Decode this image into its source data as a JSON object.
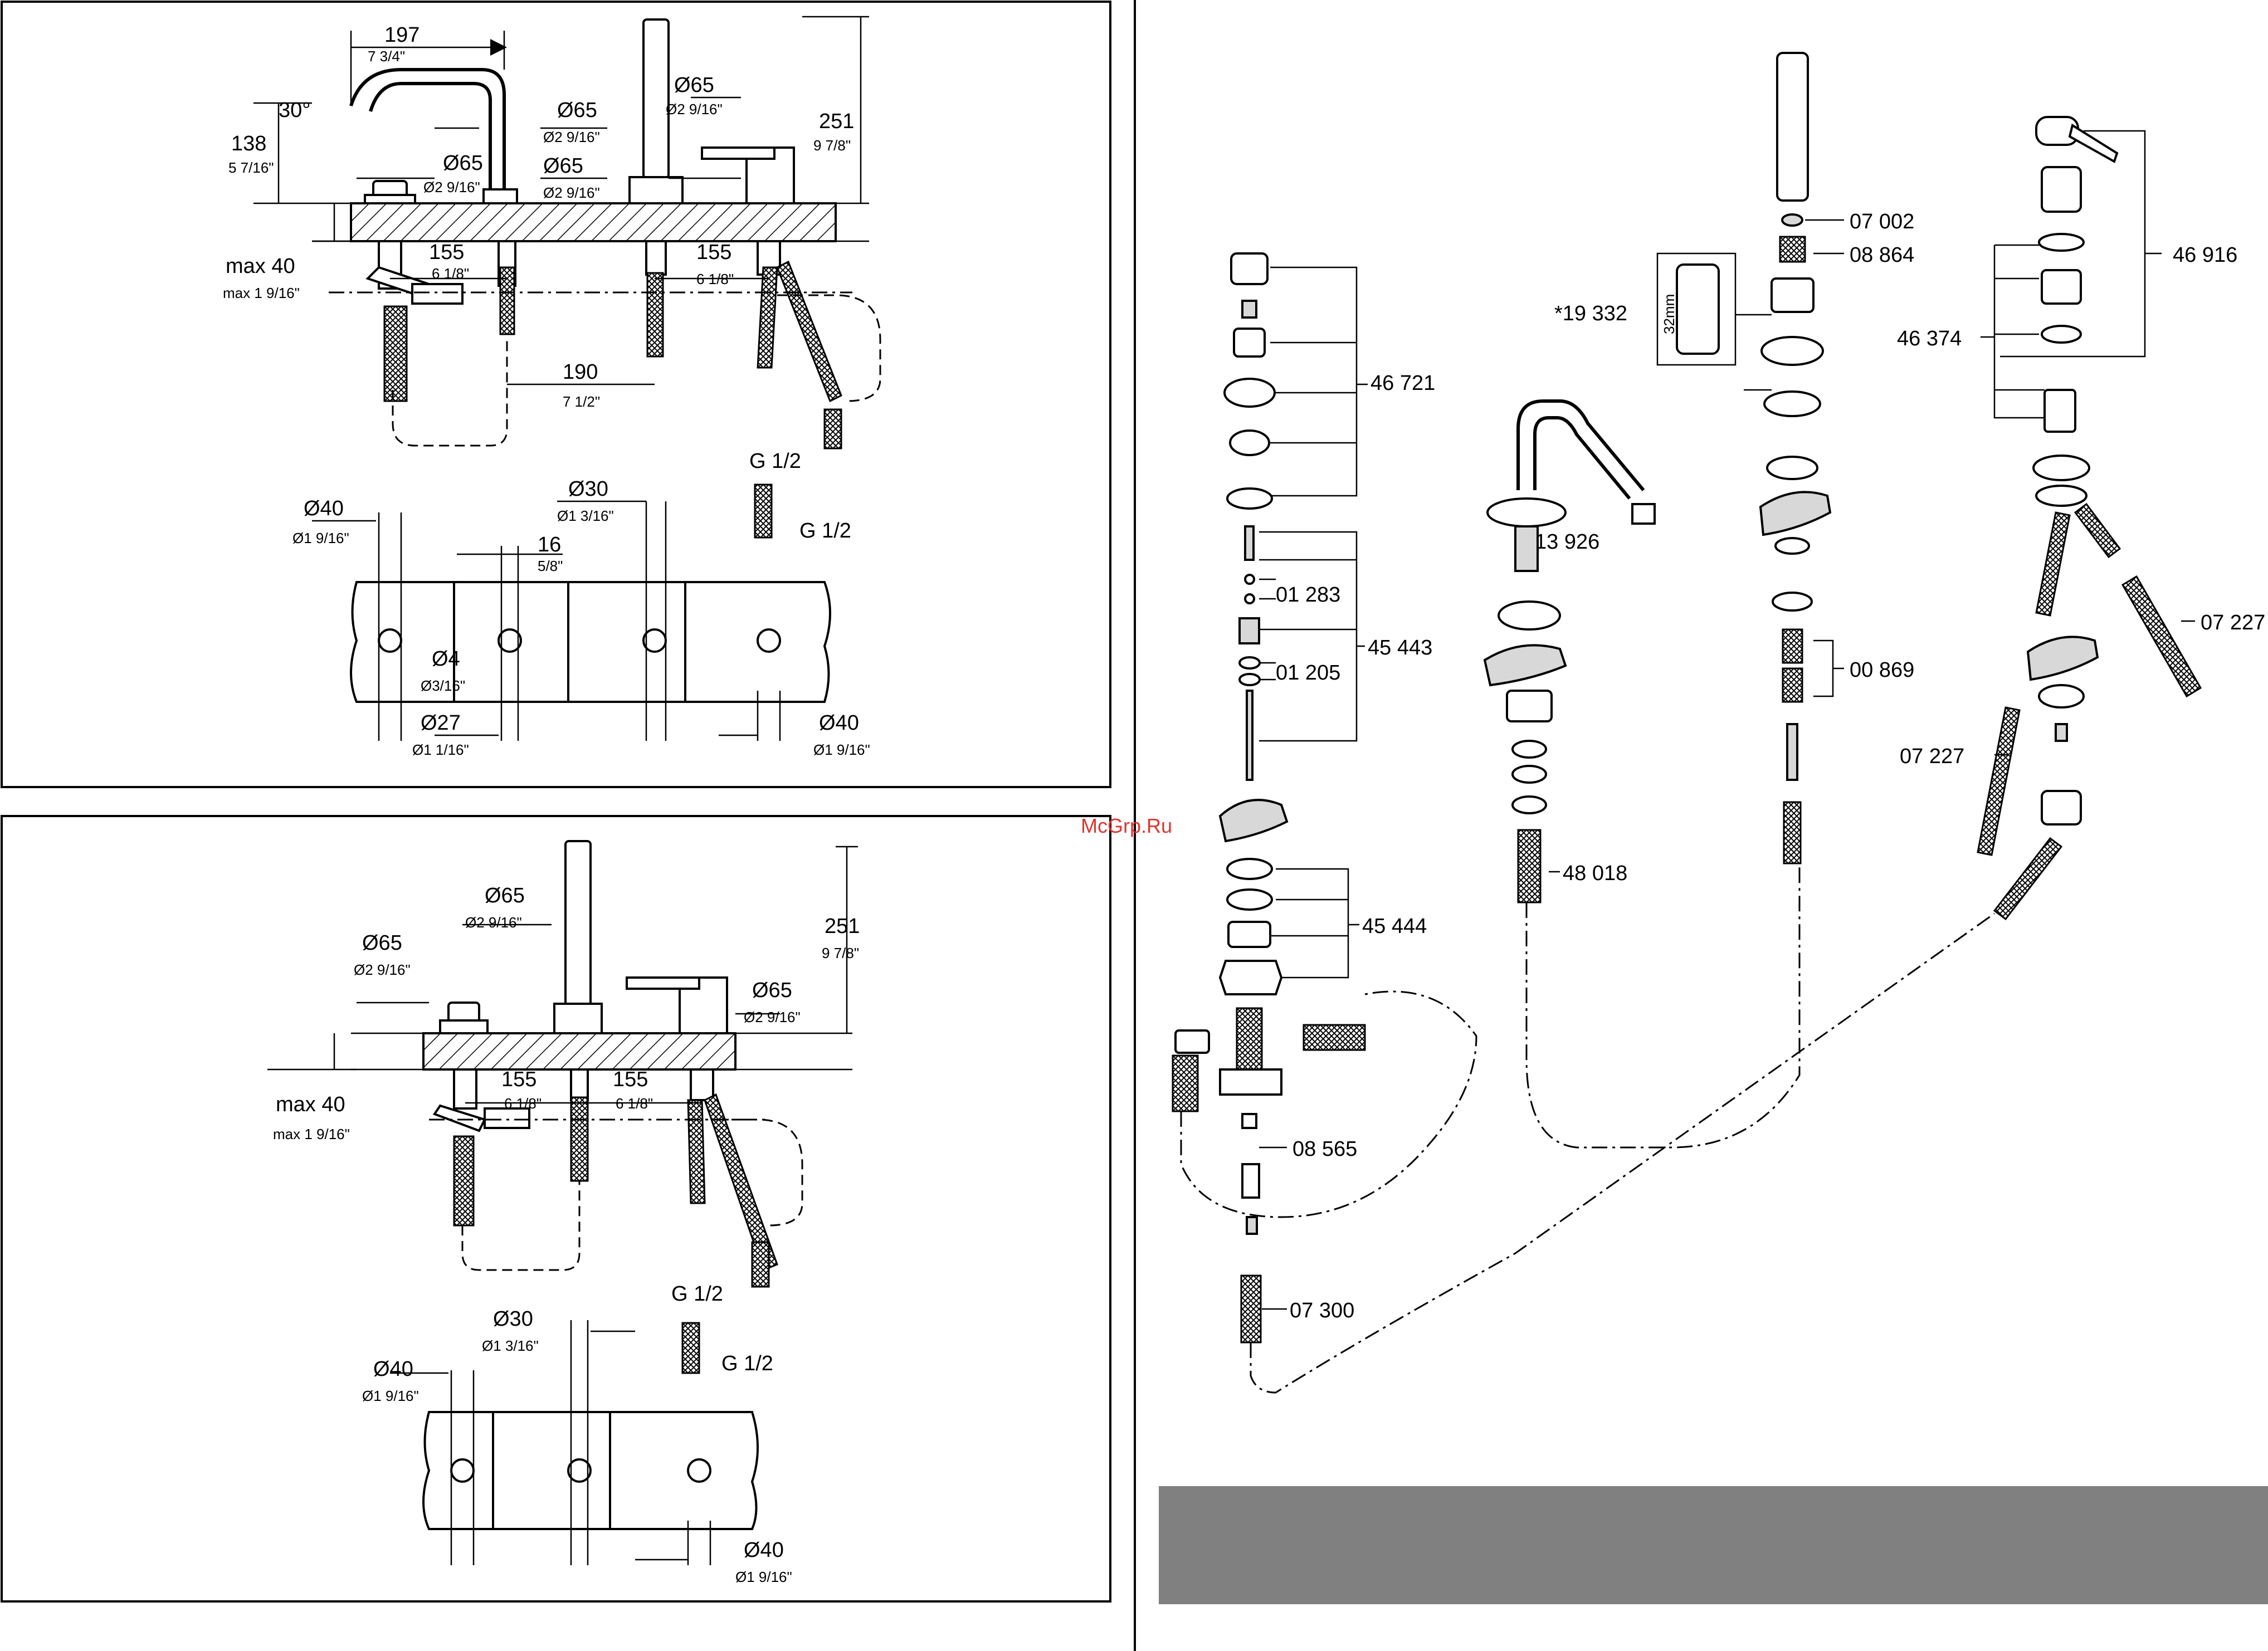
{
  "top_left_drawing": {
    "dims": {
      "d197": "197",
      "d197_in": "7 3/4\"",
      "d30deg": "30°",
      "d138": "138",
      "d138_in": "5 7/16\"",
      "d65a": "Ø65",
      "d65a_in": "Ø2 9/16\"",
      "d65b": "Ø65",
      "d65b_in": "Ø2 9/16\"",
      "d65c": "Ø65",
      "d65c_in": "Ø2 9/16\"",
      "d65d": "Ø65",
      "d65d_in": "Ø2 9/16\"",
      "d251": "251",
      "d251_in": "9 7/8\"",
      "max40": "max 40",
      "max40_in": "max 1 9/16\"",
      "d155a": "155",
      "d155a_in": "6 1/8\"",
      "d155b": "155",
      "d155b_in": "6 1/8\"",
      "d190": "190",
      "d190_in": "7 1/2\"",
      "g12a": "G 1/2",
      "g12b": "G 1/2",
      "d40a": "Ø40",
      "d40a_in": "Ø1 9/16\"",
      "d30": "Ø30",
      "d30_in": "Ø1 3/16\"",
      "d16": "16",
      "d16_in": "5/8\"",
      "d4": "Ø4",
      "d4_in": "Ø3/16\"",
      "d27": "Ø27",
      "d27_in": "Ø1 1/16\"",
      "d40b": "Ø40",
      "d40b_in": "Ø1 9/16\""
    }
  },
  "bottom_left_drawing": {
    "dims": {
      "d65a": "Ø65",
      "d65a_in": "Ø2 9/16\"",
      "d65b": "Ø65",
      "d65b_in": "Ø2 9/16\"",
      "d65c": "Ø65",
      "d65c_in": "Ø2 9/16\"",
      "d251": "251",
      "d251_in": "9 7/8\"",
      "max40": "max 40",
      "max40_in": "max 1 9/16\"",
      "d155a": "155",
      "d155a_in": "6 1/8\"",
      "d155b": "155",
      "d155b_in": "6 1/8\"",
      "g12a": "G 1/2",
      "g12b": "G 1/2",
      "d40a": "Ø40",
      "d40a_in": "Ø1 9/16\"",
      "d30": "Ø30",
      "d30_in": "Ø1 3/16\"",
      "d40b": "Ø40",
      "d40b_in": "Ø1 9/16\""
    }
  },
  "watermark": "McGrp.Ru",
  "parts": {
    "p46721": "46 721",
    "p01283": "01 283",
    "p45443": "45 443",
    "p01205": "01 205",
    "p45444": "45 444",
    "p08565": "08 565",
    "p07300": "07 300",
    "p13926": "13 926",
    "p48018": "48 018",
    "p19332": "*19 332",
    "p32mm": "32mm",
    "p07002": "07 002",
    "p08864": "08 864",
    "p00869": "00 869",
    "p46374": "46 374",
    "p46916": "46 916",
    "p07227a": "07 227",
    "p07227b": "07 227"
  },
  "colors": {
    "ink": "#000000",
    "watermark": "#e0342f",
    "footer_band": "#808080"
  }
}
